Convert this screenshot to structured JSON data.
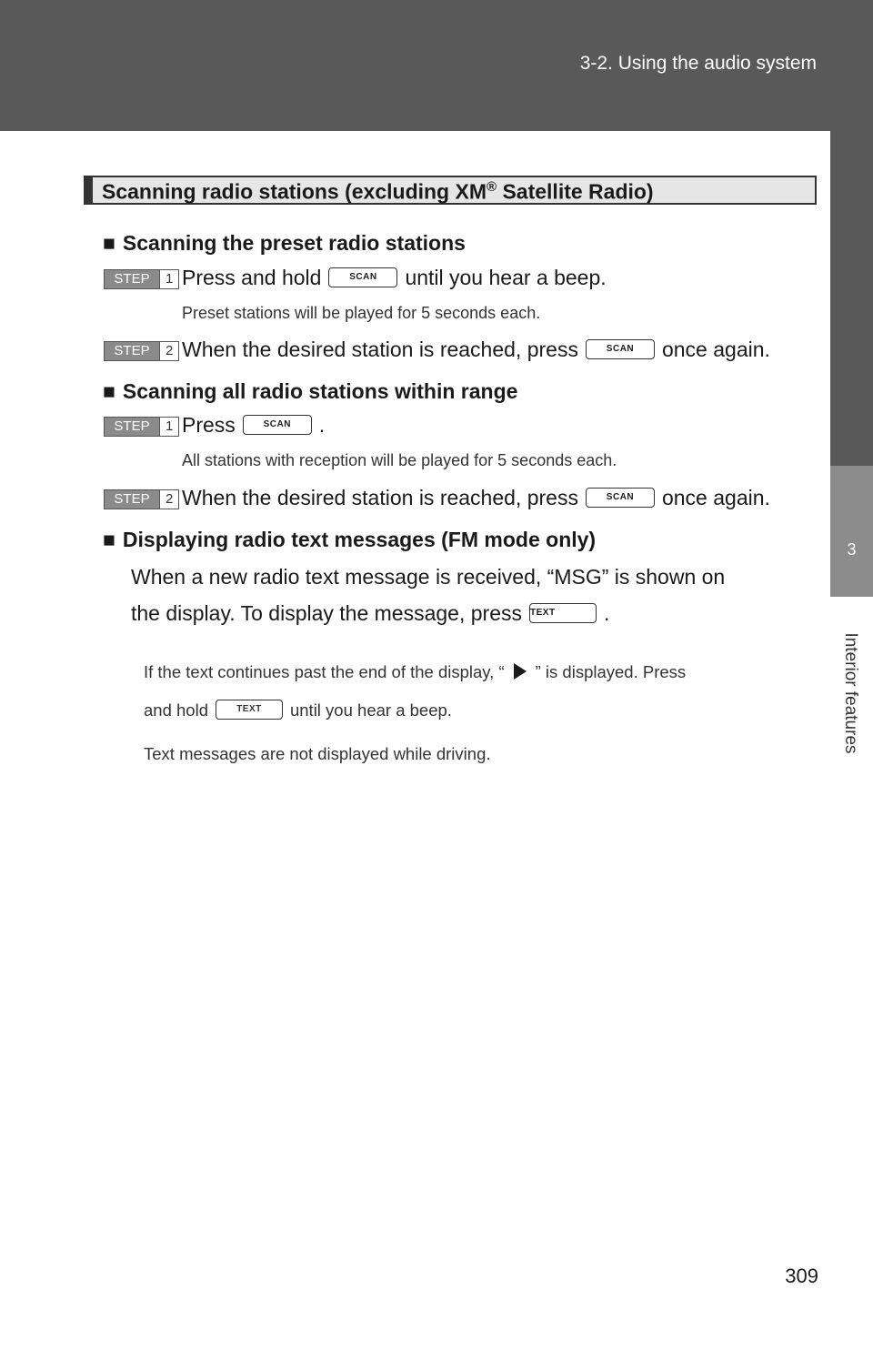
{
  "header": {
    "breadcrumb": "3-2. Using the audio system"
  },
  "side_tab": {
    "chapter_number": "3",
    "chapter_label": "Interior features"
  },
  "section": {
    "title_pre": "Scanning radio stations (excluding XM",
    "title_sup": "®",
    "title_post": " Satellite Radio)"
  },
  "scan_preset": {
    "heading": "Scanning the preset radio stations",
    "step1_label": "STEP",
    "step1_num": "1",
    "step1_pre": "Press and hold",
    "step1_post": "until you hear a beep.",
    "step1_note": "Preset stations will be played for 5 seconds each.",
    "step2_label": "STEP",
    "step2_num": "2",
    "step2_pre": "When the desired station is reached, press",
    "step2_post": "once again."
  },
  "scan_all": {
    "heading": "Scanning all radio stations within range",
    "step1_label": "STEP",
    "step1_num": "1",
    "step1_pre": "Press",
    "step1_post": ".",
    "step1_note": "All stations with reception will be played for 5 seconds each.",
    "step2_label": "STEP",
    "step2_num": "2",
    "step2_pre": "When the desired station is reached, press",
    "step2_post": "once again."
  },
  "radio_text": {
    "heading": "Displaying radio text messages (FM mode only)",
    "body_line1": "When a new radio text message is received, “MSG” is shown on",
    "body_line2_pre": "the display. To display the message, press",
    "body_line2_post": ".",
    "note1_pre": "If the text continues past the end of the display, “",
    "note1_post": "” is displayed. Press",
    "note2_pre": "and hold",
    "note2_post": "until you hear a beep.",
    "note3": "Text messages are not displayed while driving."
  },
  "buttons": {
    "scan": "SCAN",
    "text": "TEXT"
  },
  "page_number": "309",
  "icons": {
    "square_bullet": "■"
  }
}
